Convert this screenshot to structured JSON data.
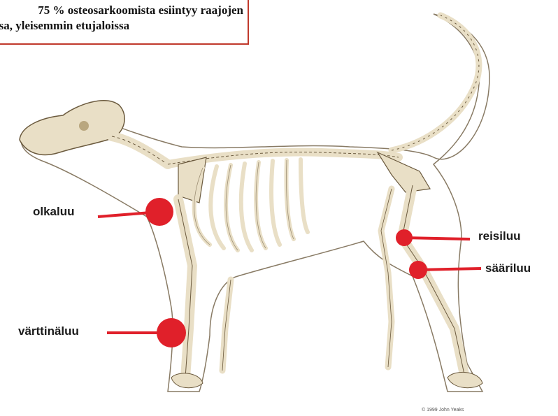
{
  "caption": {
    "line1": "75 % osteosarkoomista esiintyy raajojen",
    "line2": "ssa, yleisemmin etujaloissa"
  },
  "labels": {
    "olkaluu": "olkaluu",
    "varttinaluu": "värttinäluu",
    "reisiluu": "reisiluu",
    "saariluu": "sääriluu"
  },
  "copyright": "© 1999 John Yeaks",
  "colors": {
    "marker": "#e0202a",
    "bone": "#e9dfc6",
    "bone_shade": "#c9b994",
    "outline": "#6b5a3e",
    "caption_border": "#c0392b"
  }
}
